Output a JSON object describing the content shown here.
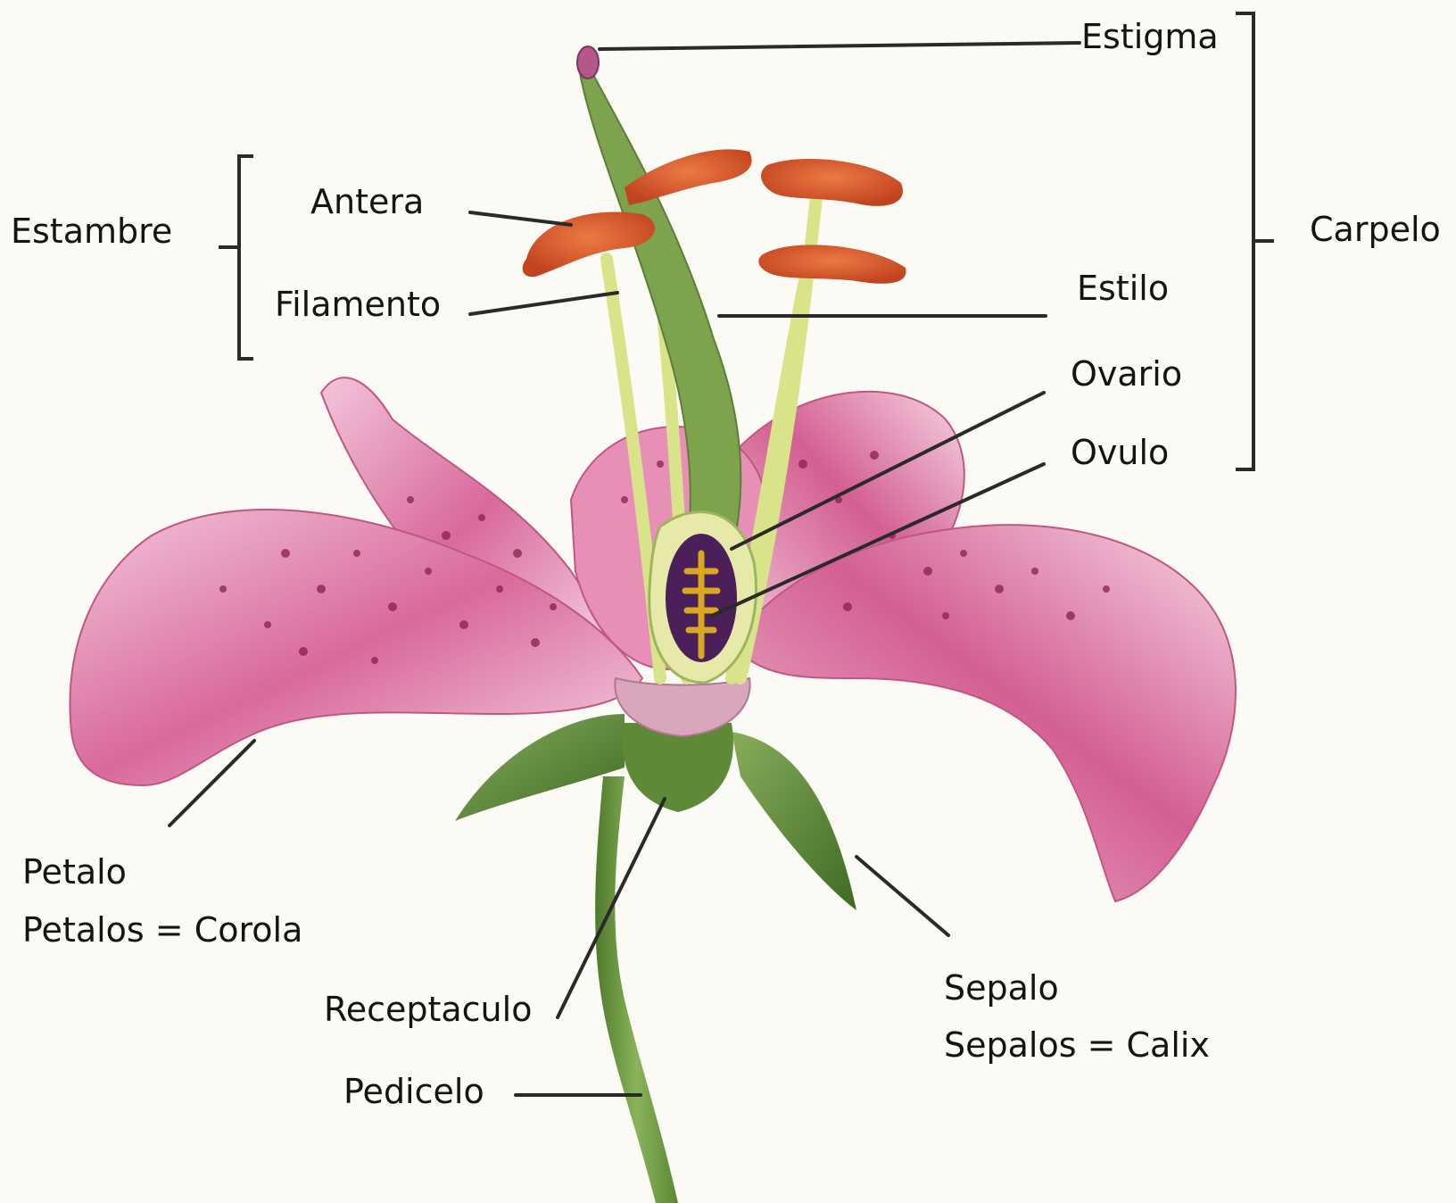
{
  "labels": {
    "estigma": "Estigma",
    "carpelo": "Carpelo",
    "estambre": "Estambre",
    "antera": "Antera",
    "filamento": "Filamento",
    "estilo": "Estilo",
    "ovario": "Ovario",
    "ovulo": "Ovulo",
    "petalo": "Petalo",
    "corola": "Petalos = Corola",
    "receptaculo": "Receptaculo",
    "pedicelo": "Pedicelo",
    "sepalo": "Sepalo",
    "calix": "Sepalos = Calix"
  },
  "colors": {
    "background": "#fbfaf4",
    "petal": "#d86a9c",
    "petal_light": "#f6cfe0",
    "spots": "#8a1f4e",
    "anther": "#d8542e",
    "stem": "#6f9a45",
    "filament": "#d9e38a",
    "ovary": "#4a1f5a",
    "ovule": "#d9a81e",
    "leader_line": "#2a2a2a"
  }
}
